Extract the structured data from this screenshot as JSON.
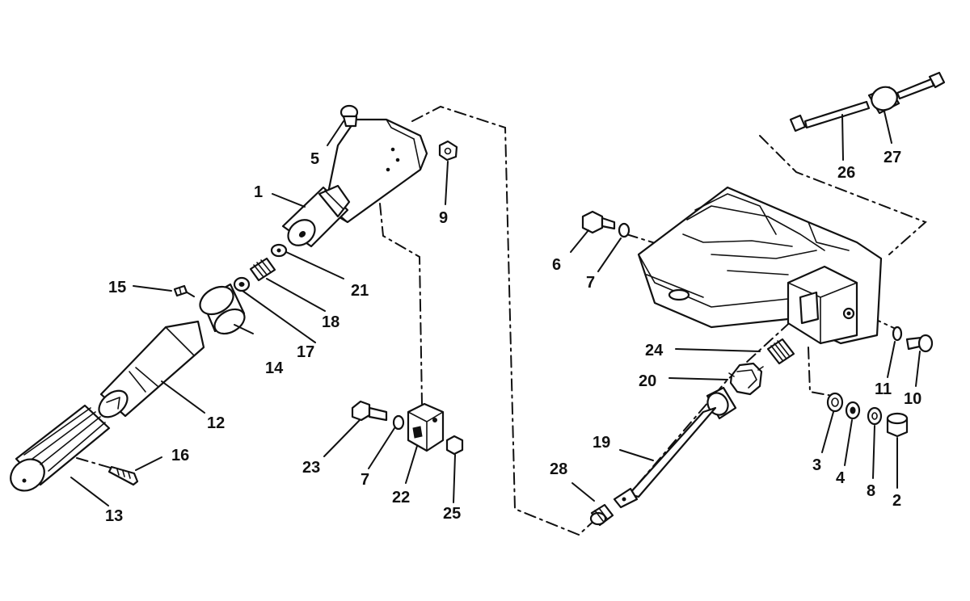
{
  "diagram": {
    "type": "exploded-parts-view",
    "colors": {
      "ink": "#111111",
      "paper": "#ffffff"
    },
    "callouts": [
      "1",
      "2",
      "3",
      "4",
      "5",
      "6",
      "7",
      "7",
      "8",
      "9",
      "10",
      "11",
      "12",
      "13",
      "14",
      "15",
      "16",
      "17",
      "18",
      "19",
      "20",
      "21",
      "22",
      "23",
      "24",
      "25",
      "26",
      "27",
      "28"
    ]
  }
}
